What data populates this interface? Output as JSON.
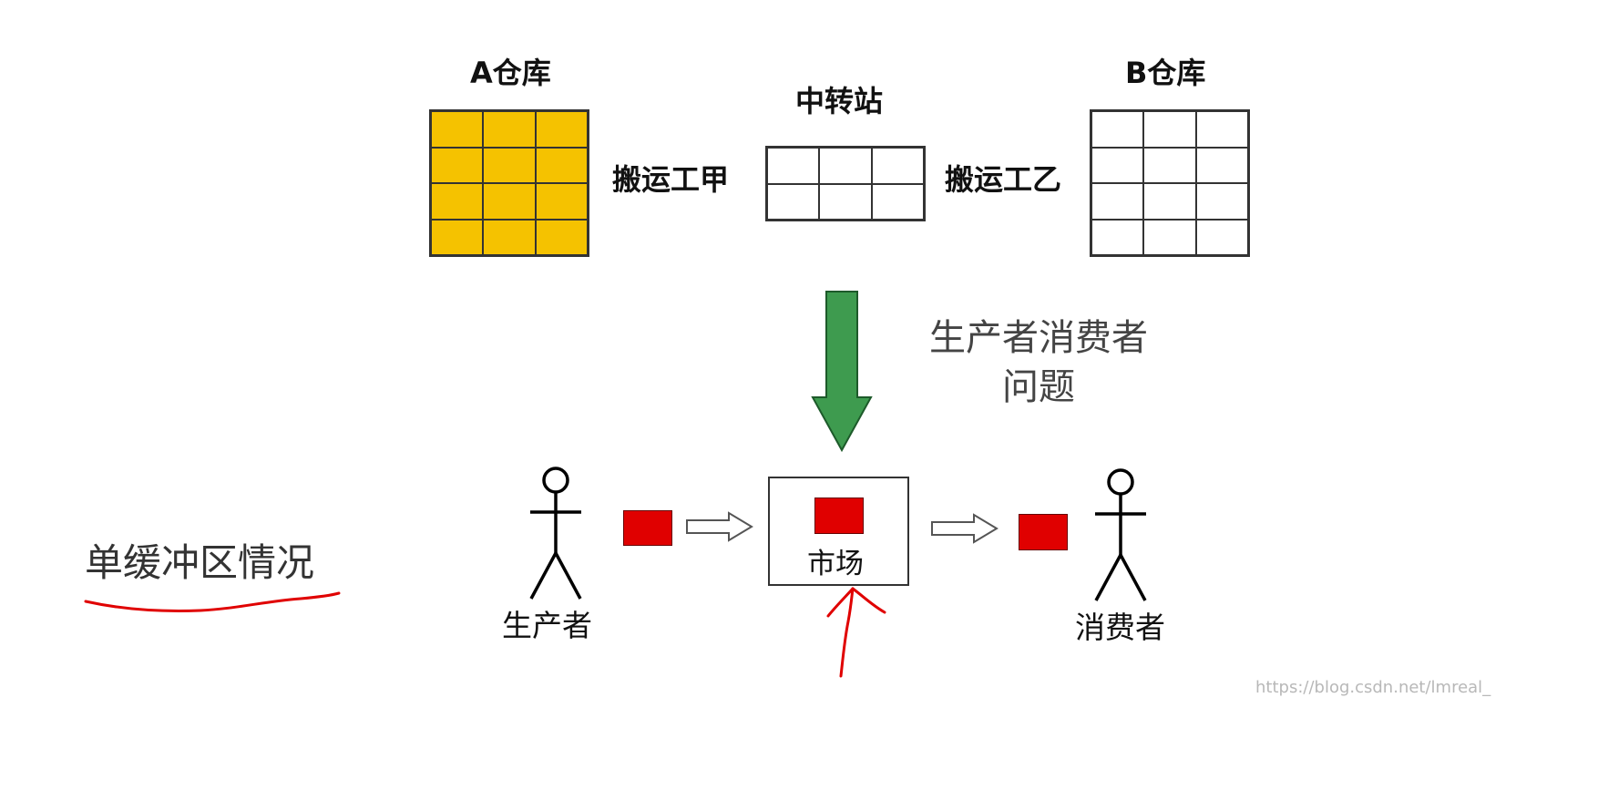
{
  "warehouse_a": {
    "title": "A仓库",
    "fill": "#F5C200",
    "rows": 4,
    "cols": 3
  },
  "transfer_station": {
    "title": "中转站",
    "rows": 2,
    "cols": 3
  },
  "warehouse_b": {
    "title": "B仓库",
    "rows": 4,
    "cols": 3
  },
  "worker_a": {
    "label": "搬运工甲"
  },
  "worker_b": {
    "label": "搬运工乙"
  },
  "transform_arrow": {
    "color": "#3E9B4F"
  },
  "problem_label": {
    "line1": "生产者消费者",
    "line2": "问题"
  },
  "producer": {
    "label": "生产者"
  },
  "market": {
    "label": "市场"
  },
  "consumer": {
    "label": "消费者"
  },
  "item_color": "#E00000",
  "annotation": {
    "text": "单缓冲区情况",
    "ink_color": "#E00000"
  },
  "watermark": {
    "text": "https://blog.csdn.net/lmreal_"
  }
}
